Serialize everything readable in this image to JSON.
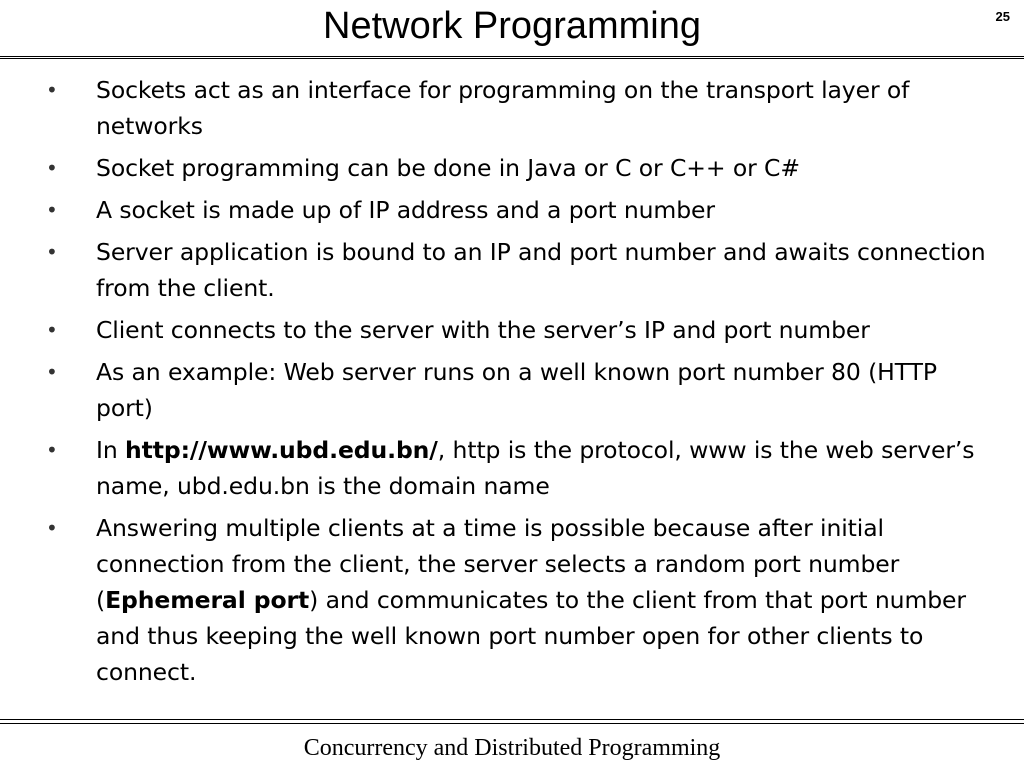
{
  "slide": {
    "title": "Network Programming",
    "number": "25",
    "footer": "Concurrency and Distributed Programming"
  },
  "bullets": [
    "Sockets act as an interface for programming on the transport layer of networks",
    "Socket programming can be done in Java or C or C++ or C#",
    "A socket is made up of IP address and a port number",
    "Server application is bound to an IP and port number and awaits connection from the client.",
    "Client connects to the server with the server’s IP and port number",
    "As an example: Web server runs on a well known port number 80 (HTTP port)",
    {
      "prefix": "In ",
      "bold": "http://www.ubd.edu.bn/",
      "suffix": ", http is the protocol, www is the web server’s name, ubd.edu.bn is the domain name"
    },
    {
      "prefix": "Answering multiple clients at a time is possible because after initial connection from the client, the server selects a random port number (",
      "bold": "Ephemeral port",
      "suffix": ") and communicates to the client from that port number and thus keeping the well known port number open for other clients to connect."
    }
  ]
}
